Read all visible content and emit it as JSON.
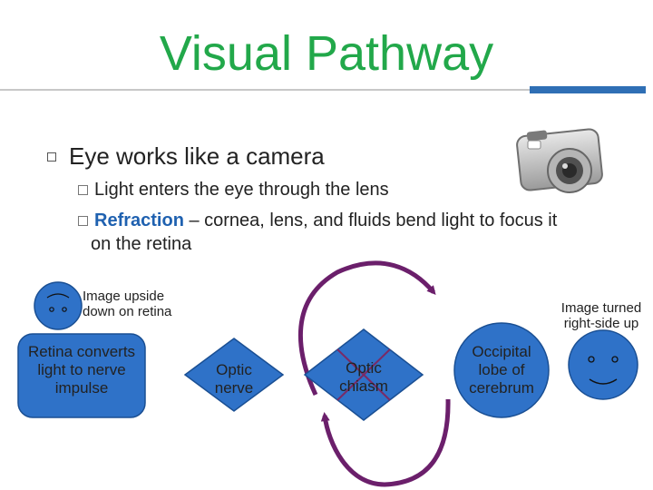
{
  "title": "Visual Pathway",
  "bullet": "Eye works like a camera",
  "sub_bullets": [
    {
      "text": "Light enters the eye through the lens"
    },
    {
      "highlight": "Refraction",
      "text": " – cornea, lens, and fluids bend light to focus it",
      "wrap": "on the retina"
    }
  ],
  "diagram": {
    "retina_label": "Retina converts light to nerve impulse",
    "retina_note": "Image upside down on retina",
    "optic_nerve": "Optic nerve",
    "optic_chiasm": "Optic chiasm",
    "occipital": "Occipital lobe of cerebrum",
    "occipital_note": "Image turned right-side up"
  },
  "icons": [
    "camera-icon",
    "upside-down-face-icon",
    "smiley-face-icon"
  ],
  "colors": {
    "title": "#22a84a",
    "accent_blue": "#2f6fb5",
    "shape_fill": "#2f72c8",
    "arrow": "#6b1f6b",
    "refraction": "#1f61b0"
  }
}
